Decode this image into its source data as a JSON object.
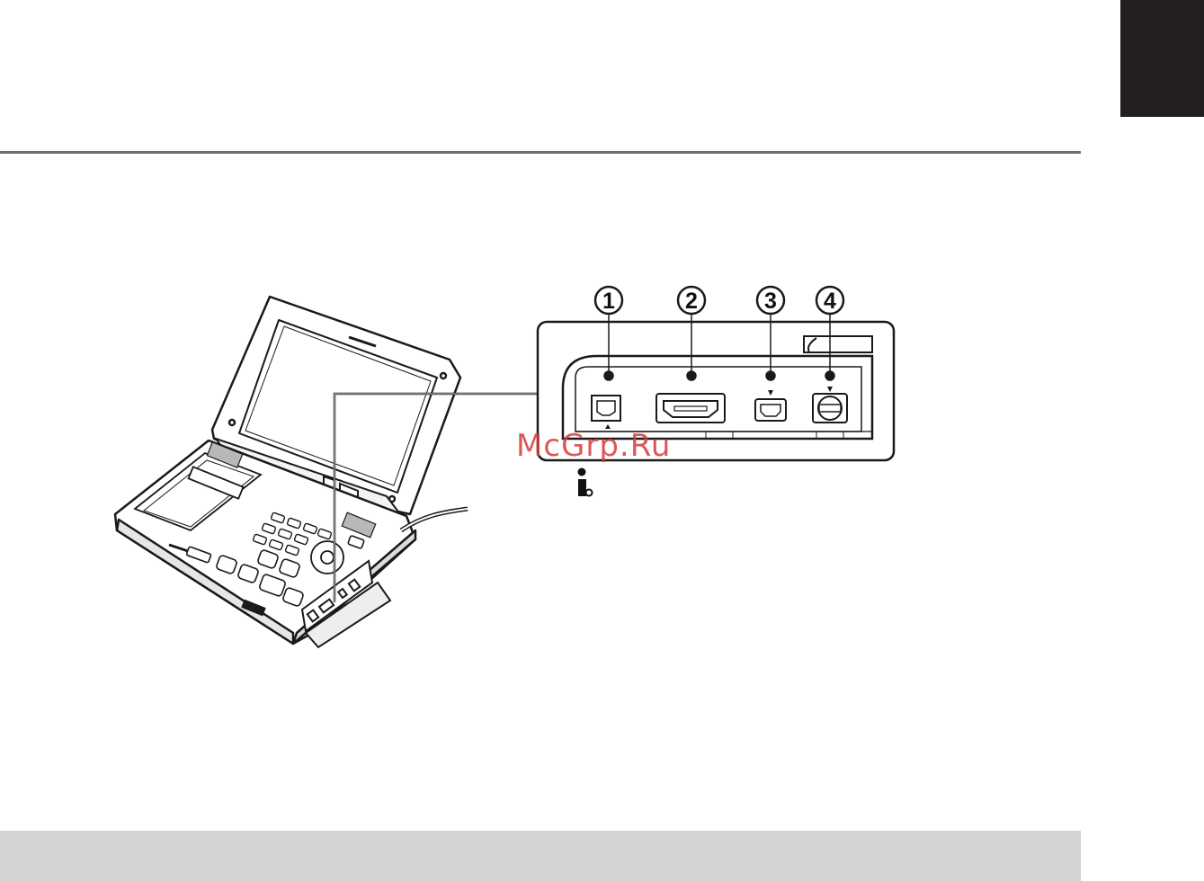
{
  "watermark": "McGrp.Ru",
  "callouts": [
    "1",
    "2",
    "3",
    "4"
  ],
  "icons": {
    "info": "info-icon",
    "ports": [
      "dv-port-icon",
      "hdmi-port-icon",
      "usb-port-icon",
      "av-port-icon"
    ]
  },
  "colors": {
    "tab": "#231f20",
    "rule": "#6d6e71",
    "footer": "#d1d3d4",
    "watermark": "#d63c3c"
  }
}
